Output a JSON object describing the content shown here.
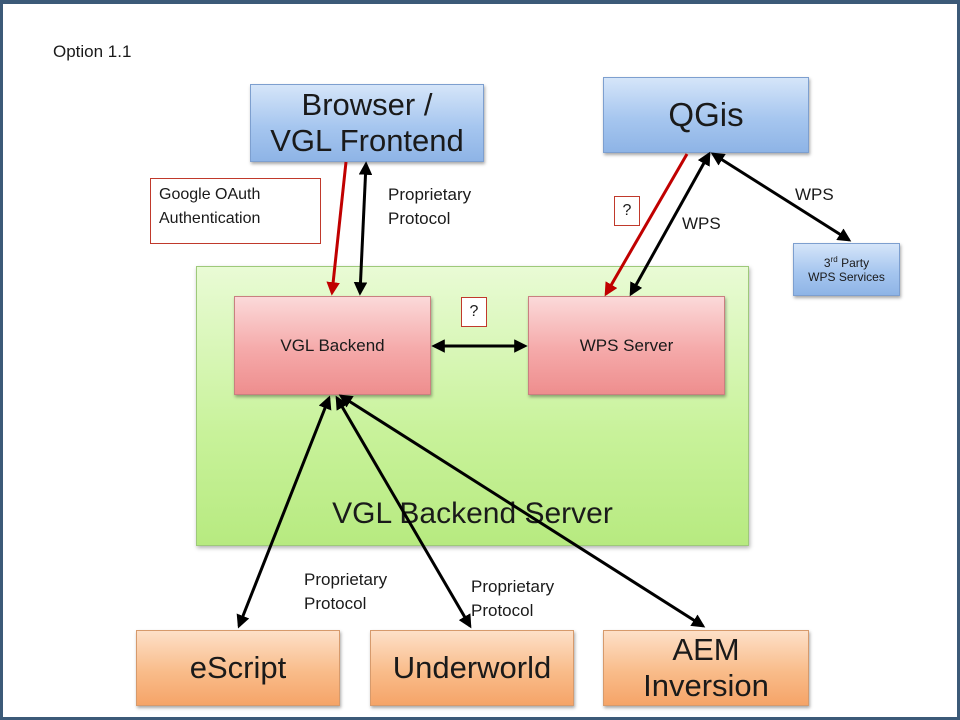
{
  "slide": {
    "option_label": "Option 1.1"
  },
  "nodes": {
    "browser": "Browser /\nVGL Frontend",
    "qgis": "QGis",
    "vgl_backend": "VGL Backend",
    "wps_server": "WPS Server",
    "vgl_backend_server": "VGL Backend Server",
    "third_party_sup": "rd",
    "third_party_line1_prefix": "3",
    "third_party_line1_suffix": " Party",
    "third_party_line2": "WPS Services",
    "escript": "eScript",
    "underworld": "Underworld",
    "aem": "AEM\nInversion"
  },
  "labels": {
    "google_oauth": "Google OAuth\nAuthentication",
    "proprietary_top": "Proprietary\nProtocol",
    "question_top": "?",
    "question_mid": "?",
    "wps_left": "WPS",
    "wps_right": "WPS",
    "proprietary_left": "Proprietary\nProtocol",
    "proprietary_right": "Proprietary\nProtocol"
  },
  "colors": {
    "arrow_black": "#000000",
    "arrow_red": "#c00000",
    "box_blue": "#a6c6ef",
    "box_pink": "#f5a9a9",
    "box_orange": "#f9bc8a",
    "box_green": "#c8f29a"
  }
}
